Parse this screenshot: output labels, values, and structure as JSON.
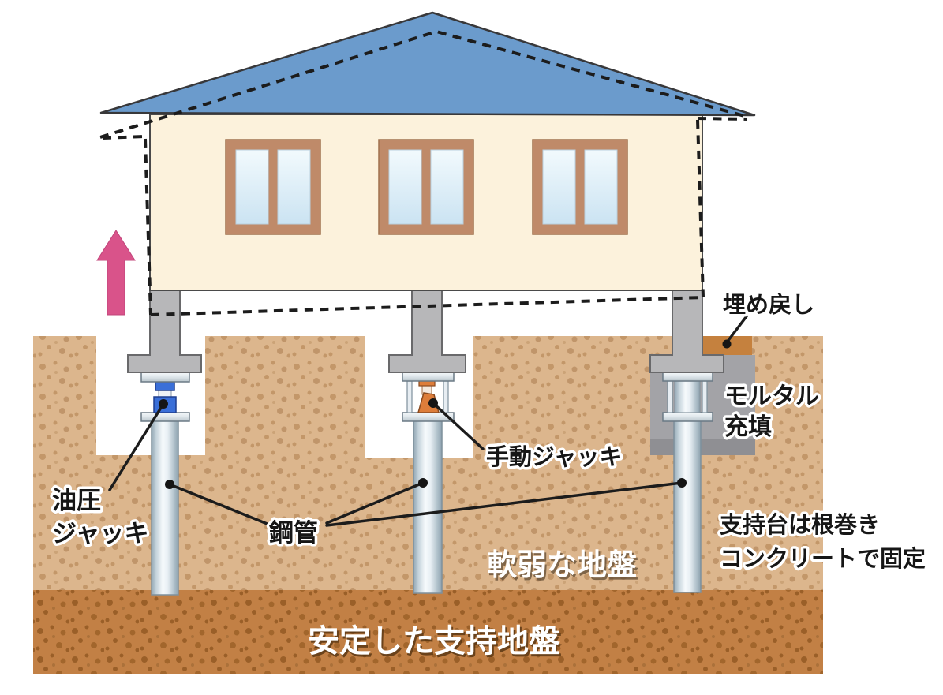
{
  "diagram": {
    "labels": {
      "backfill": "埋め戻し",
      "mortar_fill": {
        "line1": "モルタル",
        "line2": "充填"
      },
      "manual_jack": "手動ジャッキ",
      "hydraulic_jack": {
        "line1": "油圧",
        "line2": "ジャッキ"
      },
      "steel_pipe": "鋼管",
      "soft_ground": "軟弱な地盤",
      "stable_ground": "安定した支持地盤",
      "support_note": {
        "line1": "支持台は根巻き",
        "line2": "コンクリートで固定"
      }
    },
    "colors": {
      "roof": "#6b9bcc",
      "wall": "#fcf2dc",
      "window_frame": "#bf8a69",
      "soft_soil": "#dcb68d",
      "soft_soil_dot": "#c0956a",
      "stable_soil": "#c28045",
      "stable_soil_dot": "#9a5f28",
      "mortar": "#a3a3a7",
      "mortar_dark": "#8f8f93",
      "backfill_soil": "#c5813e",
      "concrete": "#b7b7b9",
      "hydraulic_jack_blue": "#3a6fd8",
      "manual_jack_orange": "#dd7d3a",
      "lift_arrow_pink": "#d9538a"
    }
  }
}
